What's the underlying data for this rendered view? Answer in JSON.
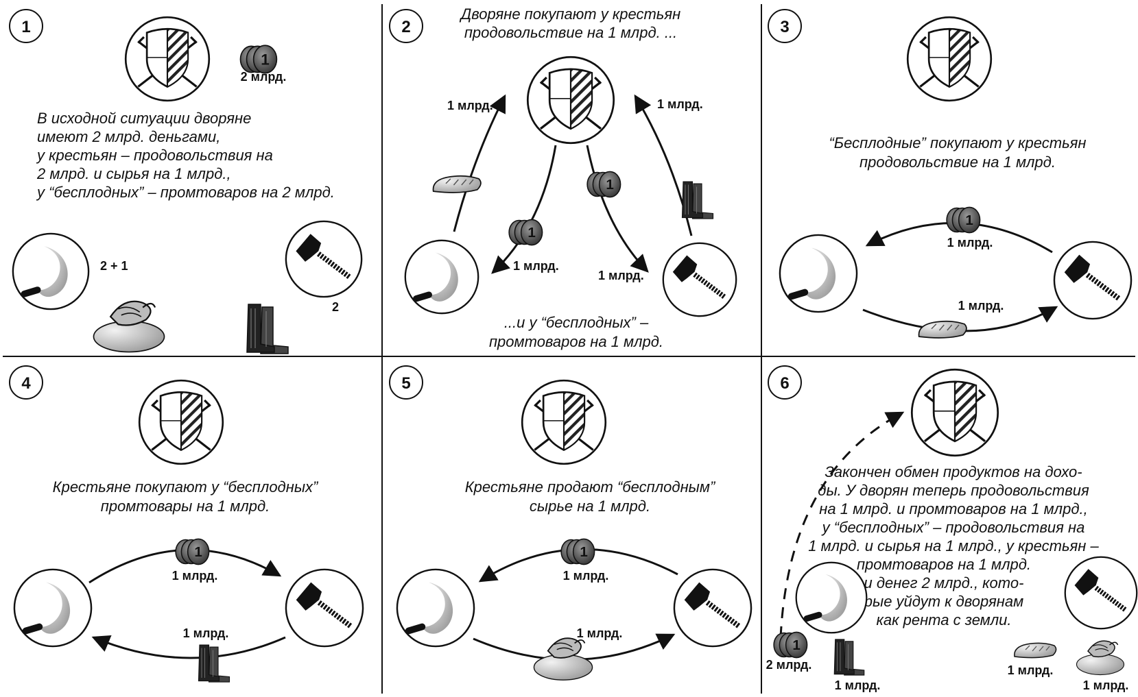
{
  "panels": [
    {
      "number": "1",
      "coin_label": "2 млрд.",
      "caption": [
        "В исходной ситуации дворяне",
        "имеют 2 млрд. деньгами,",
        "у крестьян – продовольствия на",
        "2 млрд. и  сырья на 1 млрд.,",
        "у “бесплодных” – промтоваров на 2 млрд."
      ],
      "peasant_label": "2 + 1",
      "artisan_label": "2"
    },
    {
      "number": "2",
      "caption_top": [
        "Дворяне покупают у крестьян",
        "продовольствие на 1 млрд. ..."
      ],
      "caption_bottom": [
        "...и у “бесплодных” –",
        "промтоваров на 1 млрд."
      ],
      "label_food_to_nobles": "1 млрд.",
      "label_goods_to_nobles": "1 млрд.",
      "label_money_to_peasants": "1 млрд.",
      "label_money_to_artisans": "1 млрд."
    },
    {
      "number": "3",
      "caption": [
        "“Бесплодные” покупают у крестьян",
        "продовольствие на 1 млрд."
      ],
      "label_money": "1 млрд.",
      "label_goods": "1 млрд."
    },
    {
      "number": "4",
      "caption": [
        "Крестьяне покупают у “бесплодных”",
        "промтовары на 1 млрд."
      ],
      "label_money": "1 млрд.",
      "label_goods": "1 млрд."
    },
    {
      "number": "5",
      "caption": [
        "Крестьяне продают “бесплодным”",
        "сырье на 1 млрд."
      ],
      "label_money": "1 млрд.",
      "label_goods": "1 млрд."
    },
    {
      "number": "6",
      "caption": [
        "Закончен обмен продуктов на дохо-",
        "ды. У дворян теперь продовольствия",
        "на 1 млрд. и промтоваров на 1 млрд.,",
        "у “бесплодных” – продовольствия на",
        "1 млрд. и сырья на 1 млрд., у крестьян –",
        "промтоваров на 1 млрд.",
        "и денег 2 млрд., кото-",
        "рые уйдут к дворянам",
        "как рента с земли."
      ],
      "coin_label": "2 млрд.",
      "boots_label": "1 млрд.",
      "bread_label": "1 млрд.",
      "sack_label": "1 млрд."
    }
  ]
}
